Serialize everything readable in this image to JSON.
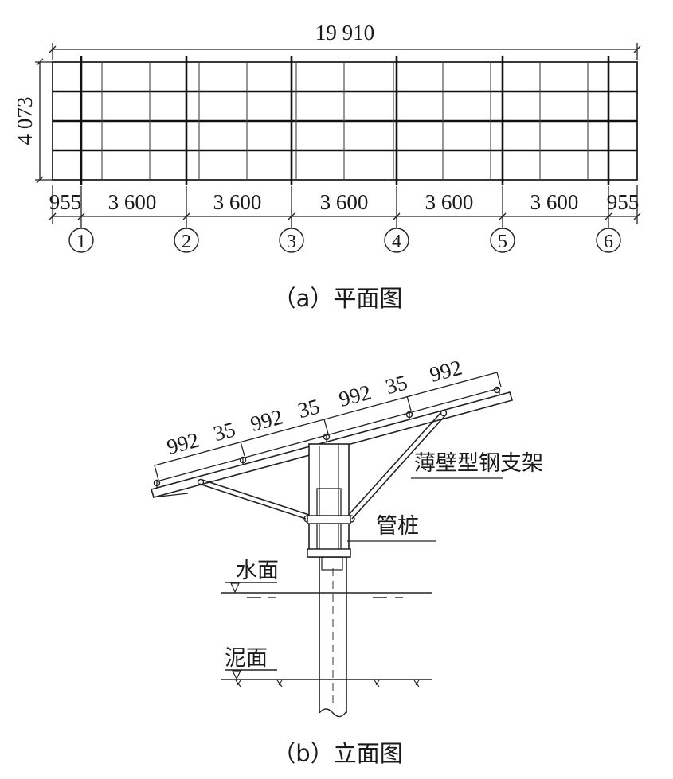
{
  "plan": {
    "overall_width": "19 910",
    "overall_height": "4 073",
    "spans": [
      "955",
      "3 600",
      "3 600",
      "3 600",
      "3 600",
      "3 600",
      "955"
    ],
    "axes": [
      "1",
      "2",
      "3",
      "4",
      "5",
      "6"
    ],
    "caption": "（a）平面图"
  },
  "elevation": {
    "module_dims": [
      "992",
      "35",
      "992",
      "35",
      "992",
      "35",
      "992"
    ],
    "labels": {
      "bracket": "薄壁型钢支架",
      "pile": "管桩",
      "water": "水面",
      "mud": "泥面"
    },
    "caption": "（b）立面图"
  }
}
